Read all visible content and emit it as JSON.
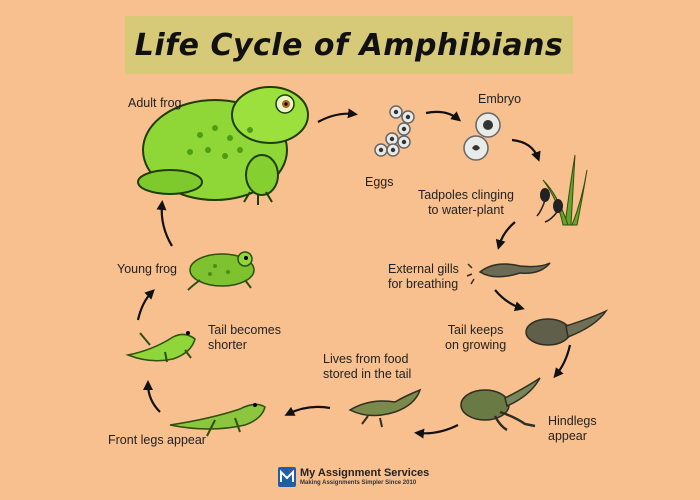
{
  "title": "Life Cycle of Amphibians",
  "stages": {
    "adult_frog": "Adult frog",
    "eggs": "Eggs",
    "embryo": "Embryo",
    "tadpoles_line1": "Tadpoles clinging",
    "tadpoles_line2": "to water-plant",
    "gills_line1": "External gills",
    "gills_line2": "for breathing",
    "tail_line1": "Tail keeps",
    "tail_line2": "on growing",
    "hindlegs_line1": "Hindlegs",
    "hindlegs_line2": "appear",
    "food_line1": "Lives from food",
    "food_line2": "stored in the tail",
    "front_legs": "Front legs appear",
    "tail_shorter_line1": "Tail becomes",
    "tail_shorter_line2": "shorter",
    "young_frog": "Young frog"
  },
  "footer": {
    "brand": "My Assignment Services",
    "tagline": "Making Assignments Simpler Since 2010"
  },
  "colors": {
    "background": "#f9c08f",
    "title_box": "#d6c977",
    "frog_green": "#7ed321",
    "tadpole_gray": "#6b6b55"
  }
}
